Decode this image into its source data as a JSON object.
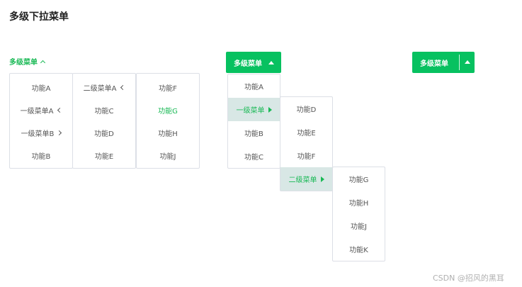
{
  "page_title": "多级下拉菜单",
  "demo1": {
    "trigger_label": "多级菜单",
    "level1": [
      "功能A",
      "一级菜单A",
      "一级菜单B",
      "功能B"
    ],
    "level2": [
      "二级菜单A",
      "功能C",
      "功能D",
      "功能E"
    ],
    "level3": [
      "功能F",
      "功能G",
      "功能H",
      "功能J"
    ]
  },
  "demo2": {
    "button_label": "多级菜单",
    "level1": [
      "功能A",
      "一级菜单",
      "功能B",
      "功能C"
    ],
    "level2": [
      "功能D",
      "功能E",
      "功能F",
      "二级菜单"
    ],
    "level3": [
      "功能G",
      "功能H",
      "功能J",
      "功能K"
    ]
  },
  "demo3": {
    "button_label": "多级菜单"
  },
  "colors": {
    "accent": "#07c160",
    "highlight_bg": "#d8e7e5"
  },
  "watermark": "CSDN @招风的黑耳"
}
